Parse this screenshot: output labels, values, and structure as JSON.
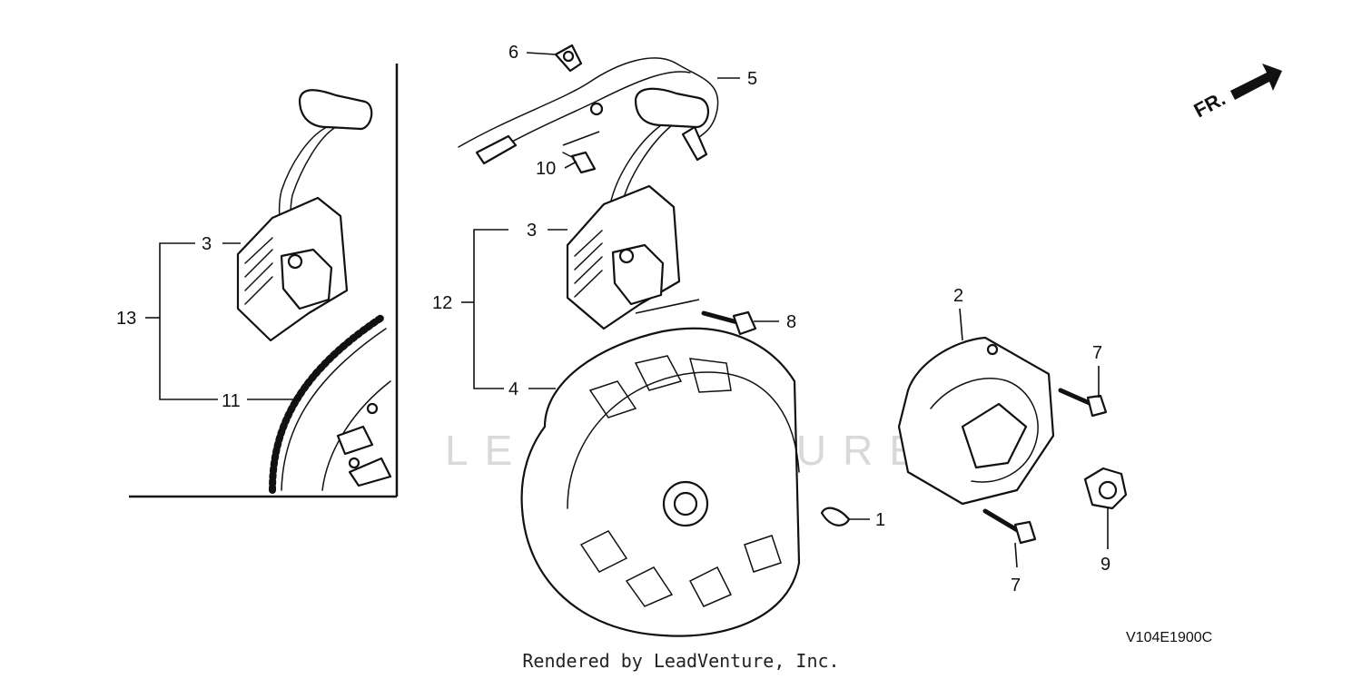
{
  "diagram": {
    "watermark": "LEADVENTURE",
    "direction_indicator": "FR.",
    "drawing_code": "V104E1900C",
    "credit": "Rendered by LeadVenture, Inc.",
    "callouts": {
      "c1": "1",
      "c2": "2",
      "c3_left": "3",
      "c3_main": "3",
      "c4": "4",
      "c5": "5",
      "c6": "6",
      "c7_top": "7",
      "c7_bottom": "7",
      "c8": "8",
      "c9": "9",
      "c10": "10",
      "c11": "11",
      "c12": "12",
      "c13": "13"
    }
  }
}
